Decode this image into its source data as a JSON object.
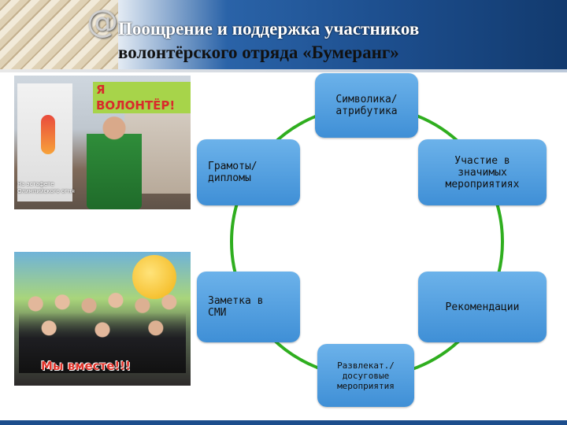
{
  "header": {
    "title_line1": "Поощрение и поддержка участников",
    "title_line2": "волонтёрского отряда «Бумеранг»",
    "at_symbol": "@"
  },
  "photos": {
    "top": {
      "sticker": "Я ВОЛОНТЁР!",
      "caption": "На эстафете Олимпийского огня"
    },
    "bottom": {
      "sticker": "Мы вместе!!!"
    }
  },
  "cycle": {
    "ring_color": "#2fae1f",
    "box_color": "#4a9ae0",
    "items": [
      {
        "label": "Символика/\nатрибутика"
      },
      {
        "label": "Грамоты/\nдипломы"
      },
      {
        "label": "Участие в\nзначимых\nмероприятиях"
      },
      {
        "label": "Заметка в\nСМИ"
      },
      {
        "label": "Рекомендации"
      },
      {
        "label": "Развлекат./\nдосуговые\nмероприятия"
      }
    ]
  },
  "colors": {
    "header_blue": "#1c4d8c",
    "sticker_red": "#d92b2b"
  }
}
